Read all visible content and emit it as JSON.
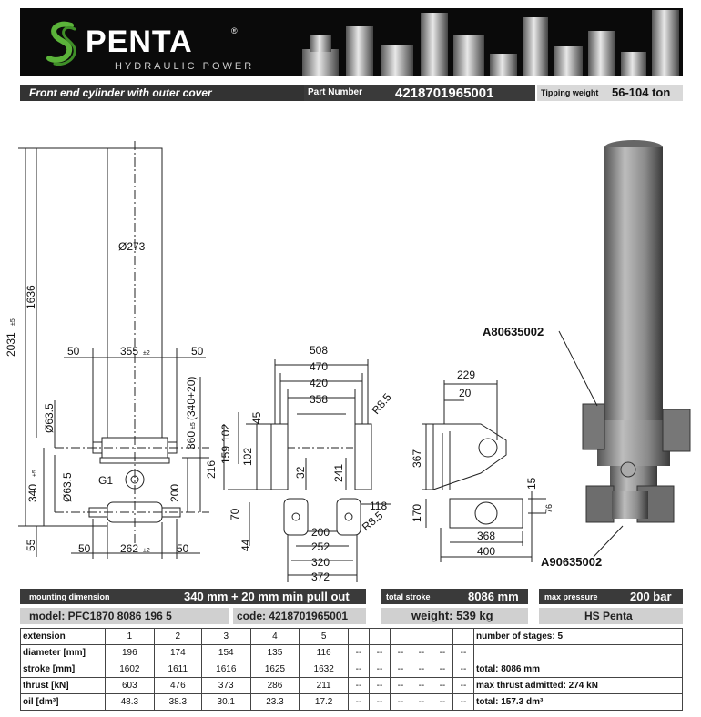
{
  "header": {
    "brand": "PENTA",
    "registered": "®",
    "subtitle": "HYDRAULIC POWER"
  },
  "title_bar": {
    "product": "Front end cylinder with outer cover",
    "part_number_label": "Part Number",
    "part_number": "4218701965001",
    "tipping_label": "Tipping weight",
    "tipping_value": "56-104 ton"
  },
  "drawing": {
    "dims": {
      "d273": "Ø273",
      "v1636": "1636",
      "v2031": "2031",
      "tol5": "±5",
      "h50a": "50",
      "h355": "355",
      "tol2": "±2",
      "h50b": "50",
      "d63a": "Ø63.5",
      "d63b": "Ø63.5",
      "v340": "340",
      "v360": "360",
      "v360b": "(340+20)",
      "g1": "G1",
      "v200": "200",
      "v55": "55",
      "h50c": "50",
      "h262": "262",
      "h50d": "50",
      "h508": "508",
      "h470": "470",
      "h420": "420",
      "h358": "358",
      "r85a": "R8.5",
      "v45": "45",
      "v102a": "102",
      "v159": "159",
      "v102b": "102",
      "v216": "216",
      "v32": "32",
      "v241": "241",
      "v118": "118",
      "v70": "70",
      "v44": "44",
      "h200": "200",
      "h252": "252",
      "h320": "320",
      "h372": "372",
      "r85b": "R8.5",
      "h229": "229",
      "h20": "20",
      "v367": "367",
      "v170": "170",
      "v15": "15",
      "v76": "76",
      "h368": "368",
      "h400": "400"
    },
    "callouts": {
      "top": "A80635002",
      "bottom": "A90635002"
    }
  },
  "info_row1": {
    "mount_label": "mounting dimension",
    "mount_value": "340 mm + 20 mm min pull out",
    "stroke_label": "total stroke",
    "stroke_value": "8086 mm",
    "pressure_label": "max pressure",
    "pressure_value": "200 bar"
  },
  "info_row2": {
    "model": "model: PFC1870 8086 196 5",
    "code": "code: 4218701965001",
    "weight": "weight: 539 kg",
    "maker": "HS Penta"
  },
  "table": {
    "rows": [
      {
        "label": "extension",
        "cells": [
          "1",
          "2",
          "3",
          "4",
          "5",
          "",
          "",
          "",
          "",
          "",
          ""
        ],
        "summary": "number of stages: 5"
      },
      {
        "label": "diameter [mm]",
        "cells": [
          "196",
          "174",
          "154",
          "135",
          "116",
          "--",
          "--",
          "--",
          "--",
          "--",
          "--"
        ],
        "summary": ""
      },
      {
        "label": "stroke [mm]",
        "cells": [
          "1602",
          "1611",
          "1616",
          "1625",
          "1632",
          "--",
          "--",
          "--",
          "--",
          "--",
          "--"
        ],
        "summary": "total: 8086 mm"
      },
      {
        "label": "thrust [kN]",
        "cells": [
          "603",
          "476",
          "373",
          "286",
          "211",
          "--",
          "--",
          "--",
          "--",
          "--",
          "--"
        ],
        "summary": "max thrust admitted: 274 kN"
      },
      {
        "label": "oil [dm³]",
        "cells": [
          "48.3",
          "38.3",
          "30.1",
          "23.3",
          "17.2",
          "--",
          "--",
          "--",
          "--",
          "--",
          "--"
        ],
        "summary": "total: 157.3 dm³"
      }
    ]
  },
  "colors": {
    "banner": "#0a0a0a",
    "logo_green": "#5bb33a",
    "bar_dark": "#333333",
    "bar_light": "#d9d9d9"
  }
}
